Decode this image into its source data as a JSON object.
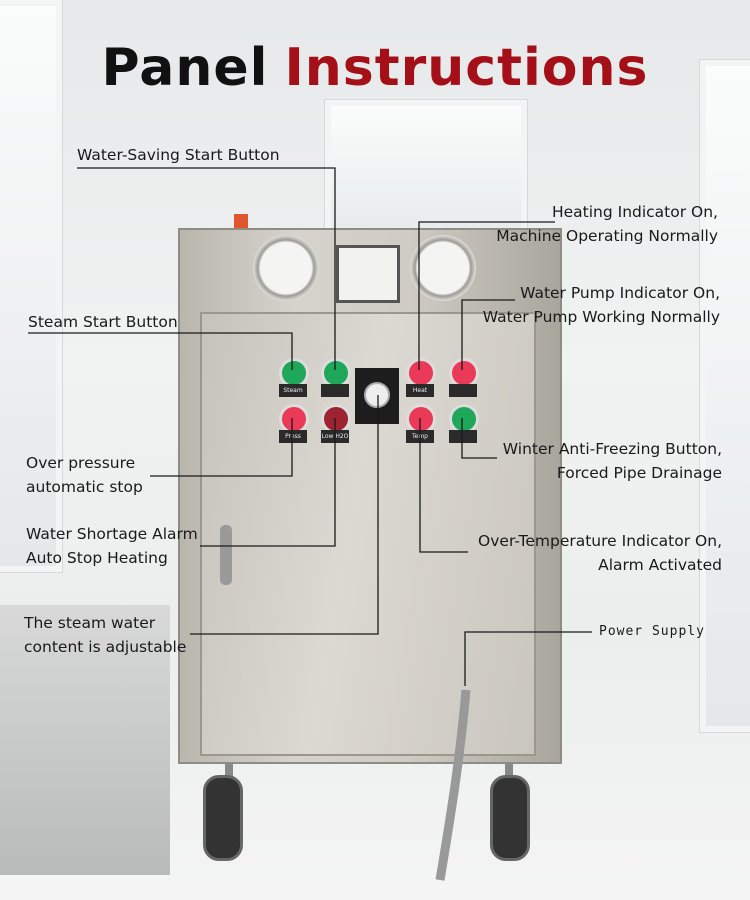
{
  "title": {
    "part1": "Panel",
    "part2": "Instructions"
  },
  "labels": {
    "water_saving": "Water-Saving Start Button",
    "heating_1": "Heating Indicator On,",
    "heating_2": "Machine Operating Normally",
    "pump_1": "Water Pump Indicator On,",
    "pump_2": "Water Pump Working Normally",
    "steam_start": "Steam Start Button",
    "over_pressure_1": "Over pressure",
    "over_pressure_2": "automatic stop",
    "winter_1": "Winter Anti-Freezing Button,",
    "winter_2": "Forced Pipe Drainage",
    "shortage_1": "Water Shortage Alarm",
    "shortage_2": "Auto Stop Heating",
    "overtemp_1": "Over-Temperature Indicator On,",
    "overtemp_2": "Alarm Activated",
    "steam_water_1": "The steam water",
    "steam_water_2": "content is adjustable",
    "power": "Power Supply"
  },
  "button_tags": {
    "steam": "Steam",
    "heat": "Heat",
    "press": "Press",
    "low": "Low H2O",
    "temp": "Temp"
  }
}
